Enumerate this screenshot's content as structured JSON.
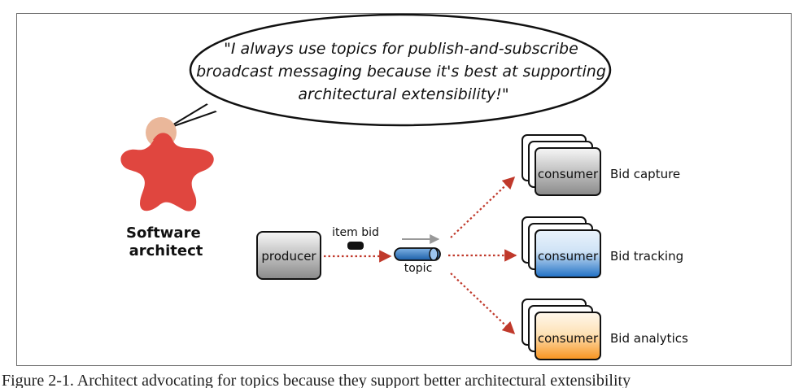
{
  "speech_bubble": {
    "lines": [
      "\"I always use topics for publish-and-subscribe",
      "broadcast messaging because it's best at supporting",
      "architectural extensibility!\""
    ]
  },
  "actor": {
    "lines": [
      "Software",
      "architect"
    ]
  },
  "producer": {
    "label": "producer"
  },
  "message": {
    "label": "item bid"
  },
  "topic": {
    "label": "topic"
  },
  "consumers": [
    {
      "label": "consumer",
      "name": "Bid capture",
      "color_top": "#f5f5f5",
      "color_bottom": "#8c8c8c"
    },
    {
      "label": "consumer",
      "name": "Bid tracking",
      "color_top": "#e6f1fb",
      "color_bottom": "#1f6fc4"
    },
    {
      "label": "consumer",
      "name": "Bid analytics",
      "color_top": "#fff6e8",
      "color_bottom": "#f7931e"
    }
  ],
  "colors": {
    "arrow": "#c0392b",
    "actor_body": "#e0463f",
    "actor_head": "#eab79a",
    "topic_fill": "#1f6fc4"
  },
  "caption": "Figure 2-1. Architect advocating for topics because they support better architectural extensibility"
}
